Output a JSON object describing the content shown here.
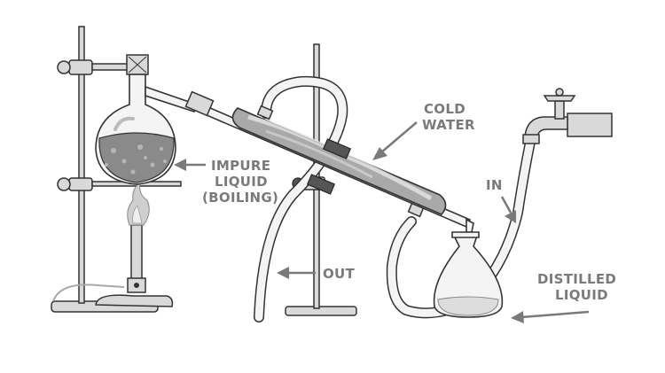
{
  "labels": {
    "cold_water": [
      "COLD",
      "WATER"
    ],
    "impure_liquid": [
      "IMPURE",
      "LIQUID",
      "(BOILING)"
    ],
    "in": "IN",
    "out": "OUT",
    "distilled_liquid": [
      "DISTILLED",
      "LIQUID"
    ]
  },
  "colors": {
    "label_gray": "#7a7a7a",
    "outline": "#333333",
    "liquid": "#8a8a8a",
    "background": "#ffffff"
  }
}
